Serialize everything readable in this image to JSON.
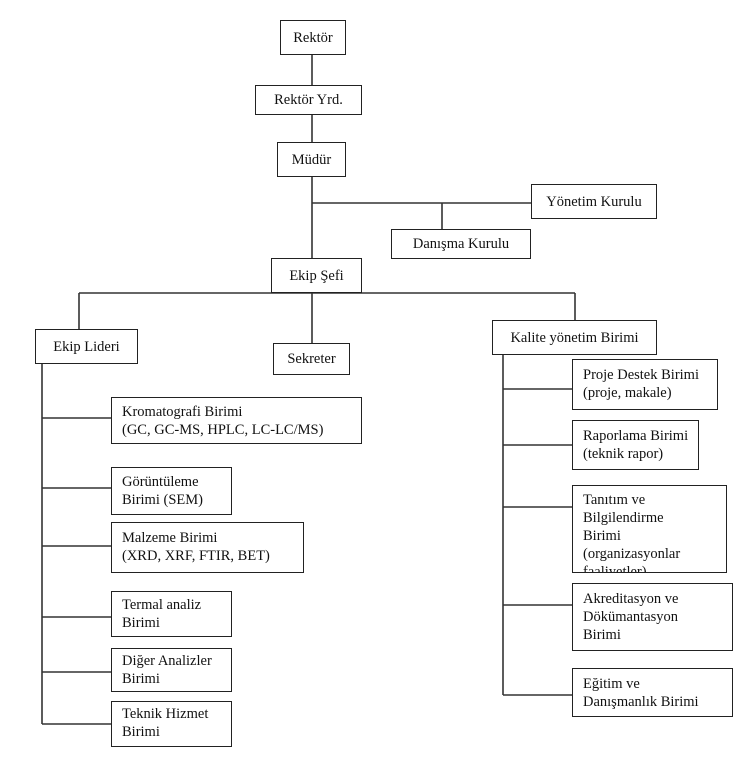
{
  "org_chart": {
    "rektor": "Rektör",
    "rektor_yrd": "Rektör Yrd.",
    "mudur": "Müdür",
    "yonetim_kurulu": "Yönetim Kurulu",
    "danisma_kurulu": "Danışma Kurulu",
    "ekip_sefi": "Ekip Şefi",
    "ekip_lideri": "Ekip Lideri",
    "sekreter": "Sekreter",
    "kalite": "Kalite yönetim Birimi",
    "left_units": [
      {
        "line1": "Kromatografi Birimi",
        "line2": "(GC, GC-MS, HPLC, LC-LC/MS)"
      },
      {
        "line1": "Görüntüleme",
        "line2": "Birimi (SEM)"
      },
      {
        "line1": "Malzeme Birimi",
        "line2": "(XRD, XRF, FTIR, BET)"
      },
      {
        "line1": "Termal analiz",
        "line2": "Birimi"
      },
      {
        "line1": "Diğer Analizler",
        "line2": "Birimi"
      },
      {
        "line1": "Teknik Hizmet",
        "line2": "Birimi"
      }
    ],
    "right_units": [
      {
        "lines": [
          "Proje Destek Birimi",
          "(proje, makale)"
        ]
      },
      {
        "lines": [
          "Raporlama Birimi",
          "(teknik rapor)"
        ]
      },
      {
        "lines": [
          "Tanıtım ve",
          "Bilgilendirme",
          "Birimi",
          "(organizasyonlar",
          "faaliyetler)"
        ]
      },
      {
        "lines": [
          "Akreditasyon ve",
          "Dökümantasyon",
          "Birimi"
        ]
      },
      {
        "lines": [
          "Eğitim ve",
          "Danışmanlık Birimi"
        ]
      }
    ]
  }
}
